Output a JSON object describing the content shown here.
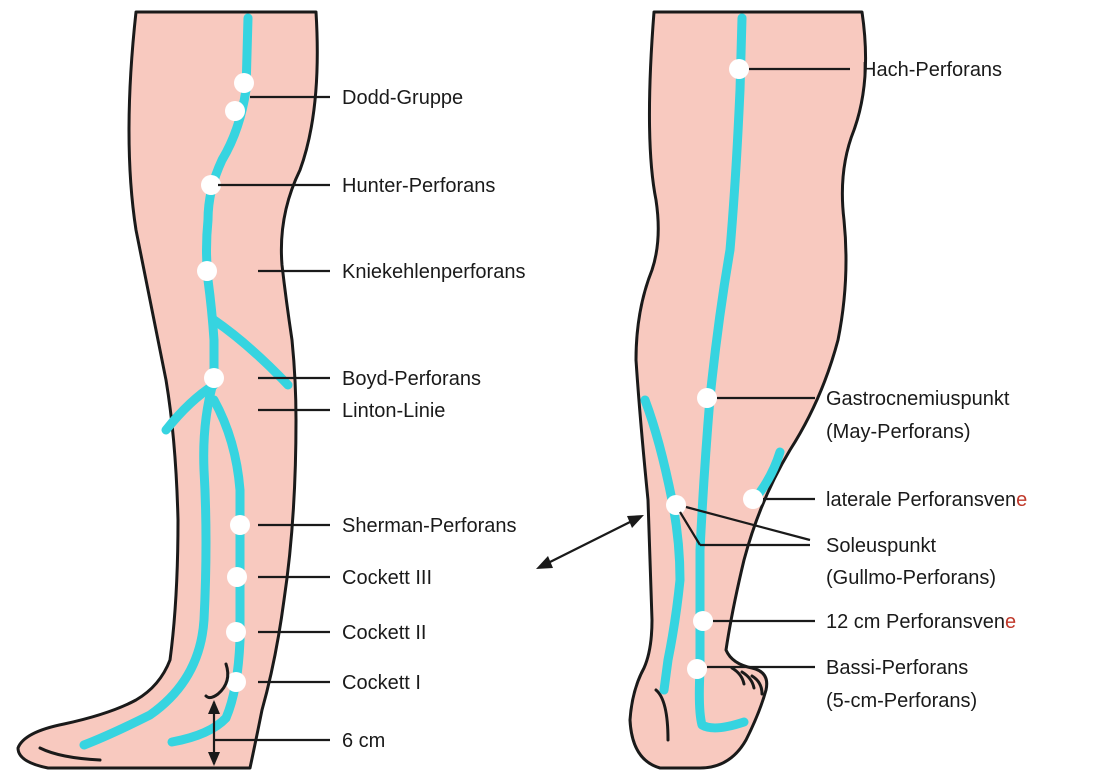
{
  "accent_colors": {
    "skin": "#f8c9bf",
    "vein": "#36d4e0",
    "outline": "#1a1a1a",
    "perforator_dot": "#ffffff"
  },
  "left_leg": {
    "labels": {
      "dodd": "Dodd-Gruppe",
      "hunter": "Hunter-Perforans",
      "kniekehlen": "Kniekehlenperforans",
      "boyd": "Boyd-Perforans",
      "linton": "Linton-Linie",
      "sherman": "Sherman-Perforans",
      "cockett3": "Cockett III",
      "cockett2": "Cockett II",
      "cockett1": "Cockett I",
      "distance": "6 cm"
    }
  },
  "right_leg": {
    "labels": {
      "hach": "Hach-Perforans",
      "gastro_line1": "Gastrocnemiuspunkt",
      "gastro_line2": "(May-Perforans)",
      "lateral_prefix": "laterale Perforansven",
      "lateral_suffix": "e",
      "soleus_line1": "Soleuspunkt",
      "soleus_line2": "(Gullmo-Perforans)",
      "twelve_prefix": "12 cm Perforansven",
      "twelve_suffix": "e",
      "bassi_line1": "Bassi-Perforans",
      "bassi_line2": "(5-cm-Perforans)"
    }
  }
}
